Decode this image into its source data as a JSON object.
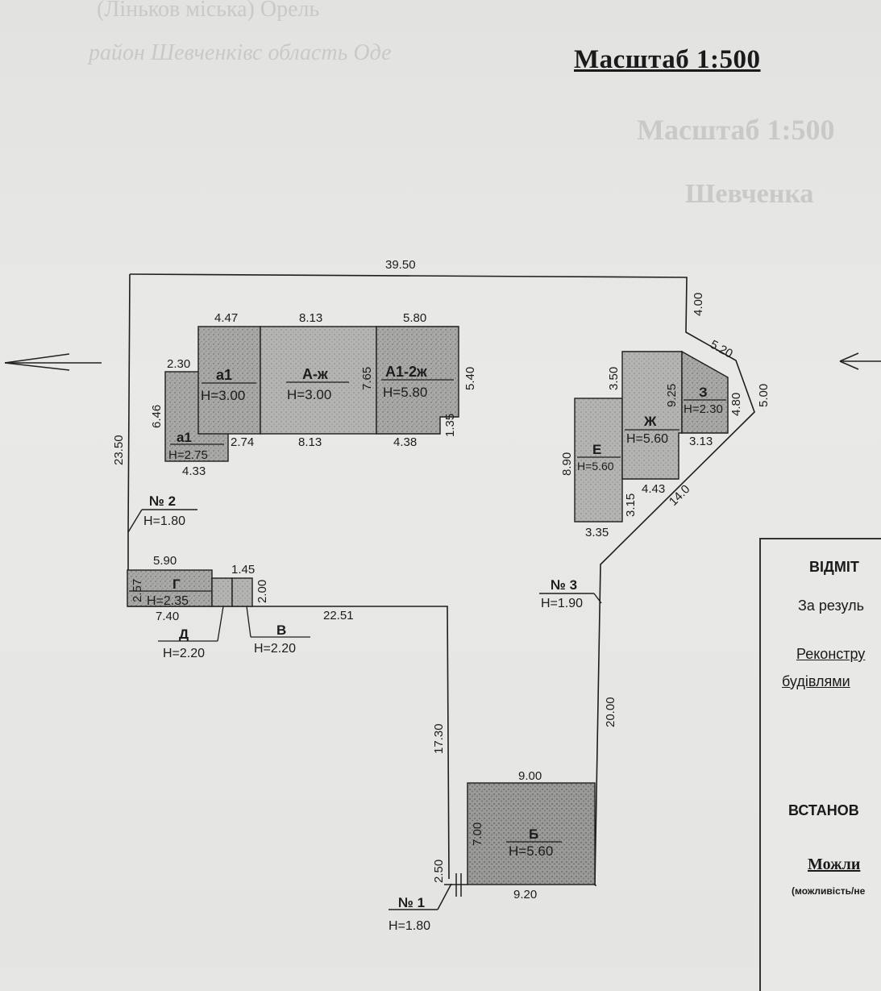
{
  "header": {
    "scale_title": "Масштаб 1:500",
    "ghost_line_1": "(Ліньков міська) Орель",
    "ghost_line_2": "район Шевченківс область Оде",
    "ghost_scale": "Масштаб 1:500",
    "ghost_word": "Шевченка"
  },
  "plot": {
    "dimensions": {
      "top": "39.50",
      "ne_vertical": "4.00",
      "ne_diagonal": "5.20",
      "e_short": "5.00",
      "se_diagonal": "14.0",
      "east": "20.00",
      "west": "23.50",
      "south_vertical": "17.30",
      "gate_gap": "2.50",
      "south_horizontal": "22.51"
    },
    "gates": [
      {
        "number": "№ 1",
        "height": "H=1.80"
      },
      {
        "number": "№ 2",
        "height": "H=1.80"
      },
      {
        "number": "№ 3",
        "height": "H=1.90"
      }
    ]
  },
  "buildings": {
    "a1_top": {
      "label": "а1",
      "height": "H=3.00",
      "dim_top": "4.47",
      "dim_side": "2.30"
    },
    "a1_low": {
      "label": "а1",
      "height": "H=2.75",
      "dim_side": "6.46",
      "dim_bottom": "4.33",
      "dim_right": "2.74"
    },
    "A": {
      "label": "А-ж",
      "height": "H=3.00",
      "dim_top": "8.13",
      "dim_bottom": "8.13",
      "dim_side": "7.65"
    },
    "A1": {
      "label": "А1-2ж",
      "height": "H=5.80",
      "dim_top": "5.80",
      "dim_side": "5.40",
      "dim_bottom": "4.38",
      "dim_notch": "1.35"
    },
    "B": {
      "label": "Б",
      "height": "H=5.60",
      "dim_top": "9.00",
      "dim_bottom": "9.20",
      "dim_side": "7.00"
    },
    "G": {
      "label": "Г",
      "height": "H=2.35",
      "dim_top": "5.90",
      "dim_side": "2.57",
      "dim_bottom": "7.40"
    },
    "D": {
      "label": "Д",
      "height": "H=2.20"
    },
    "V": {
      "label": "В",
      "height": "H=2.20",
      "dim_top": "1.45",
      "dim_side": "2.00"
    },
    "E": {
      "label": "Е",
      "height": "H=5.60",
      "dim_side": "8.90",
      "dim_bottom": "3.35"
    },
    "Zh": {
      "label": "Ж",
      "height": "H=5.60",
      "dim_top": "3.50",
      "dim_side": "9.25",
      "dim_bottom": "4.43",
      "dim_low": "3.15"
    },
    "Z": {
      "label": "З",
      "height": "H=2.30",
      "dim_side": "4.80",
      "dim_bottom": "3.13"
    }
  },
  "side_panel": {
    "heading": "ВІДМІТ",
    "line_1": "За резуль",
    "line_2": "Реконстру",
    "line_3": "будівлями",
    "heading_2": "ВСТАНОВ",
    "line_4": "Можли",
    "line_5": "(можливість/не"
  }
}
